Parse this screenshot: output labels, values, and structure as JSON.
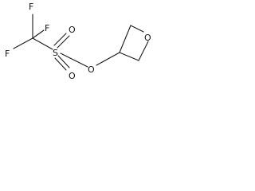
{
  "molecule": {
    "atoms": {
      "f_top": "F",
      "f_mid_right": "F",
      "f_left": "F",
      "o_sulfonyl_top": "O",
      "s": "S",
      "o_sulfonyl_bottom": "O",
      "o_ester": "O",
      "o_ring": "O"
    }
  }
}
